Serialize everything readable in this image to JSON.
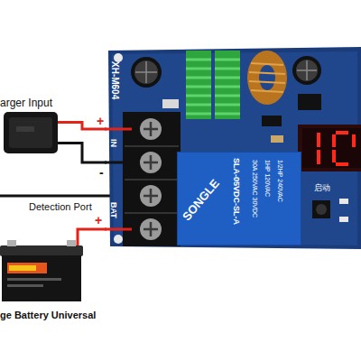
{
  "diagram": {
    "nodes": [
      {
        "text": [
          "arger Input"
        ]
      },
      {
        "text": [
          "XH-M604"
        ]
      },
      {
        "text": [
          "SONGLE",
          "SLA-05VDC-SL-A",
          "30A 250VAC 30VDC",
          "1HP 120VAC",
          "1/2HP 240VAC"
        ],
        "in": 1
      },
      {
        "text": [
          "ge Battery Universal"
        ]
      }
    ],
    "edges": [
      {
        "from": 0,
        "to": 1,
        "arrow": "none"
      },
      {
        "from": 0,
        "to": 1,
        "arrow": "none"
      },
      {
        "from": 3,
        "to": 1,
        "arrow": "none"
      }
    ],
    "labels": [
      "+",
      "IN",
      "-",
      "BAT",
      "+",
      "Detection Port",
      "启动"
    ]
  }
}
